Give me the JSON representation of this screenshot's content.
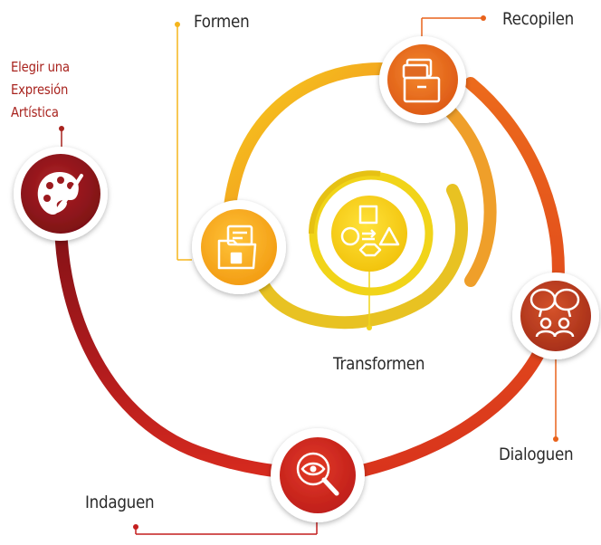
{
  "labels": {
    "formen": "Formen",
    "recopilen": "Recopilen",
    "elegir_line1": "Elegir una",
    "elegir_line2": "Expresión",
    "elegir_line3": "Artística",
    "transformen": "Transformen",
    "dialoguen": "Dialoguen",
    "indaguen": "Indaguen"
  },
  "icons": {
    "recopilen": "file-box-icon",
    "formen": "folder-document-icon",
    "transformen": "flowchart-shapes-icon",
    "elegir": "palette-brush-icon",
    "dialoguen": "speech-bubbles-people-icon",
    "indaguen": "magnifier-eye-icon"
  },
  "colors": {
    "yellow": "#f2d21a",
    "amber": "#f5a51c",
    "orange": "#e8621b",
    "red": "#c41e1e",
    "dark_red": "#8e1317"
  }
}
